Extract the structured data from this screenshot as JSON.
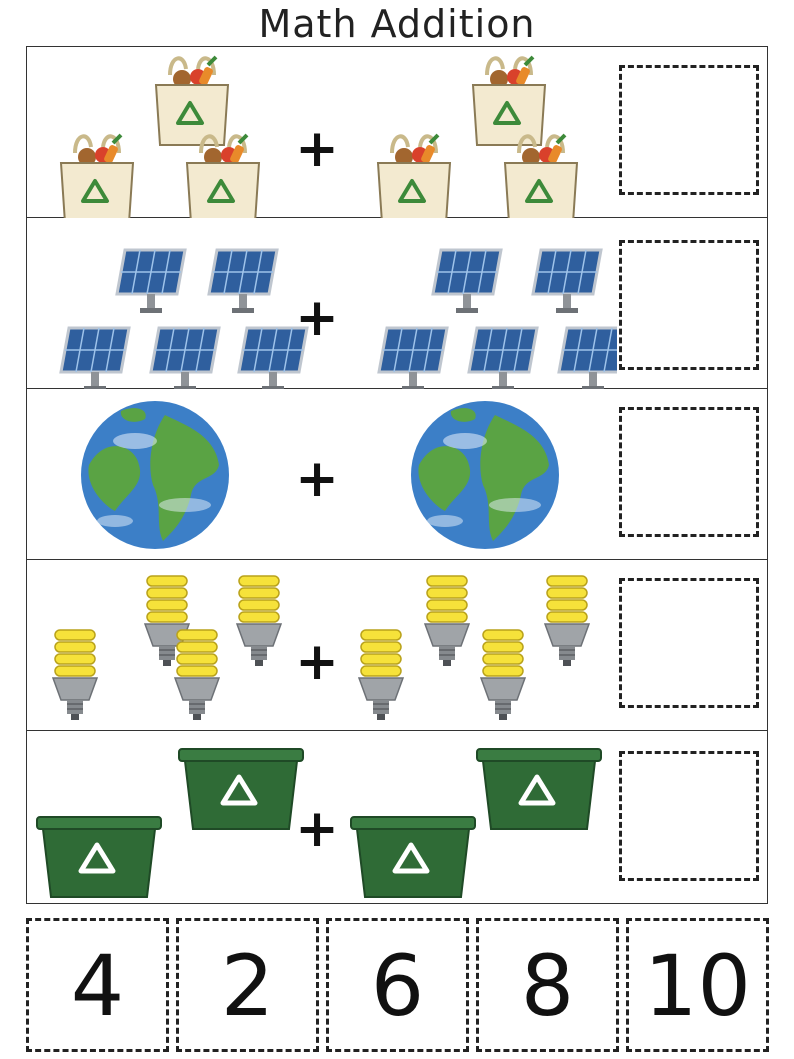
{
  "title": "Math Addition",
  "problems": [
    {
      "item_icon": "grocery-bag-icon",
      "left_count": 3,
      "right_count": 3,
      "operator": "+"
    },
    {
      "item_icon": "solar-panel-icon",
      "left_count": 5,
      "right_count": 5,
      "operator": "+"
    },
    {
      "item_icon": "earth-globe-icon",
      "left_count": 1,
      "right_count": 1,
      "operator": "+"
    },
    {
      "item_icon": "light-bulb-icon",
      "left_count": 4,
      "right_count": 4,
      "operator": "+"
    },
    {
      "item_icon": "recycle-bin-icon",
      "left_count": 2,
      "right_count": 2,
      "operator": "+"
    }
  ],
  "answer_cards": [
    "4",
    "2",
    "6",
    "8",
    "10"
  ],
  "colors": {
    "bag": "#f3ead0",
    "recycle_green": "#3d8a3a",
    "solar_blue": "#2f5f9e",
    "earth_ocean": "#3c7fc7",
    "earth_land": "#5aa344",
    "bulb_yellow": "#f6e23a",
    "bin_green": "#2f6b36"
  }
}
